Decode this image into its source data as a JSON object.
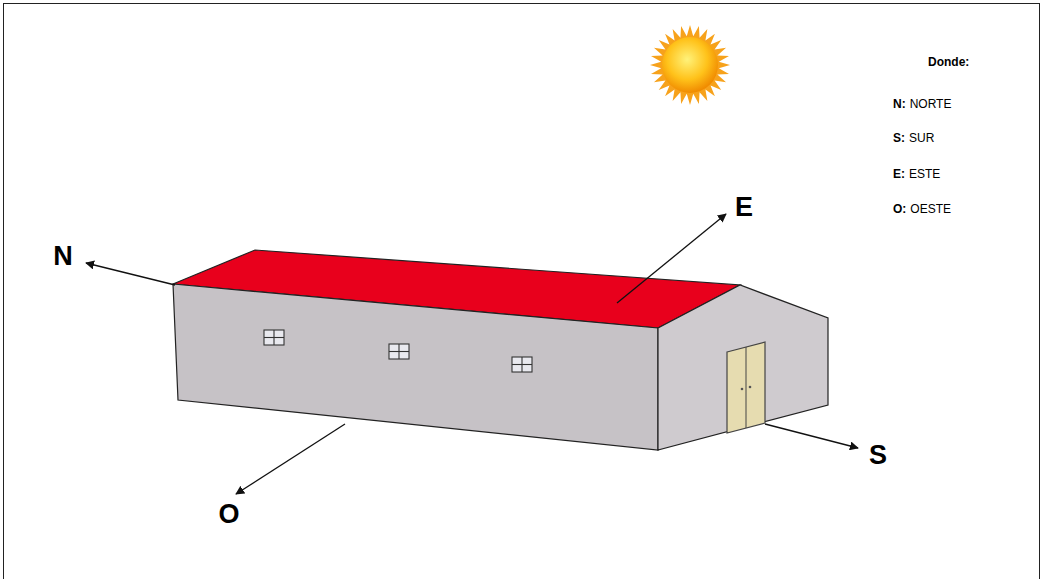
{
  "diagram": {
    "labels": [
      "N",
      "E",
      "S",
      "O",
      "Donde:",
      "N:",
      "NORTE",
      "S:",
      "SUR",
      "E:",
      "ESTE",
      "O:",
      "OESTE"
    ]
  }
}
